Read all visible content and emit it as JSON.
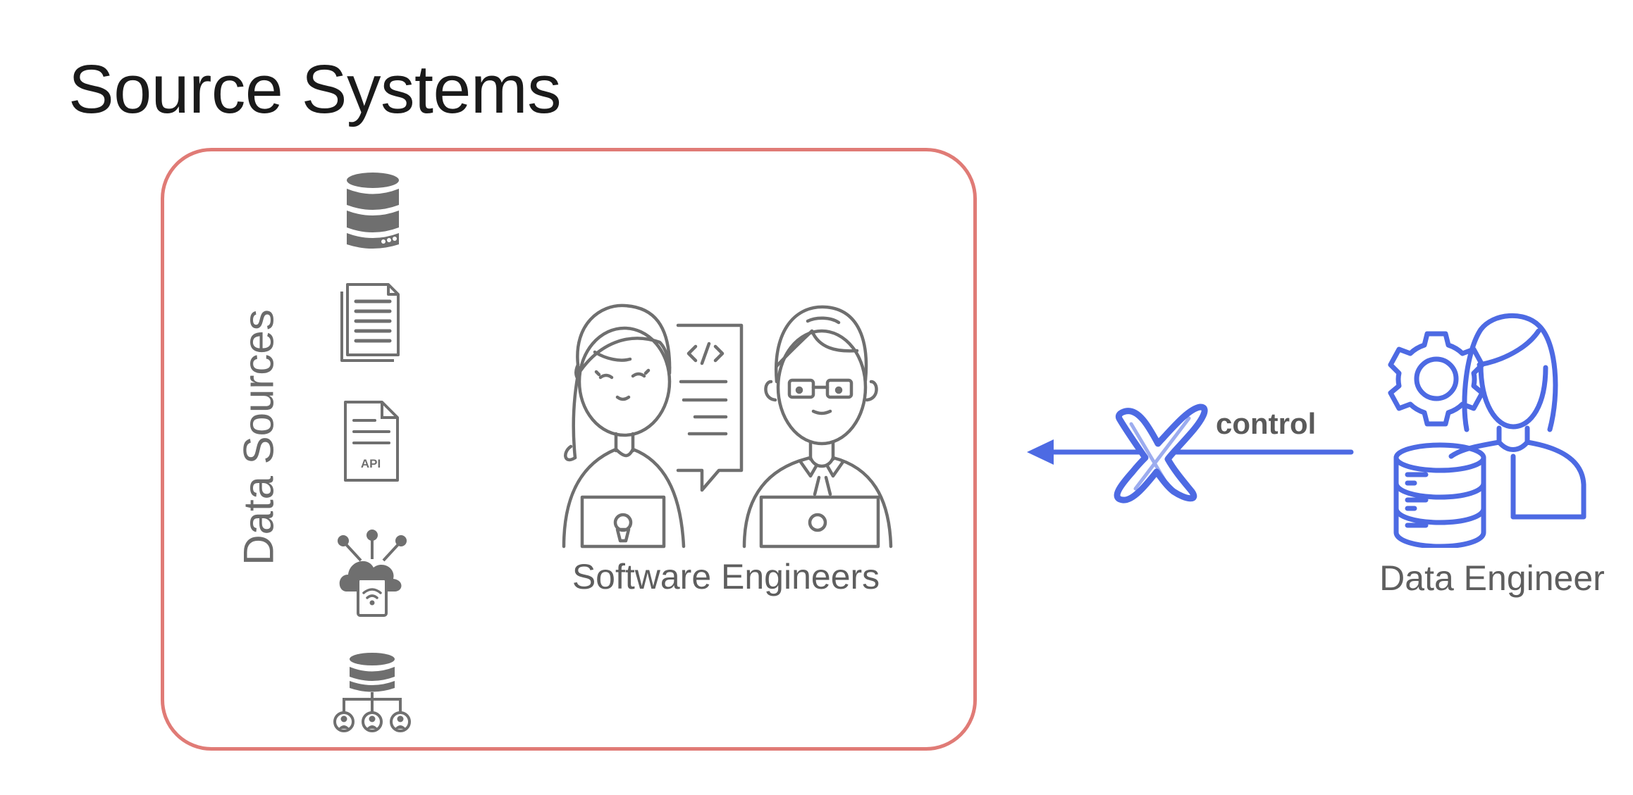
{
  "title": "Source Systems",
  "data_sources_label": "Data Sources",
  "data_source_icons": [
    "database-icon",
    "documents-icon",
    "api-document-icon",
    "iot-cloud-device-icon",
    "shared-database-users-icon"
  ],
  "api_icon_text": "API",
  "software_engineers_label": "Software Engineers",
  "data_engineer_label": "Data Engineer",
  "arrow_label": "control",
  "colors": {
    "box_border": "#e07b76",
    "gray_icon": "#6f6f6f",
    "blue_accent": "#4d6ae3"
  }
}
